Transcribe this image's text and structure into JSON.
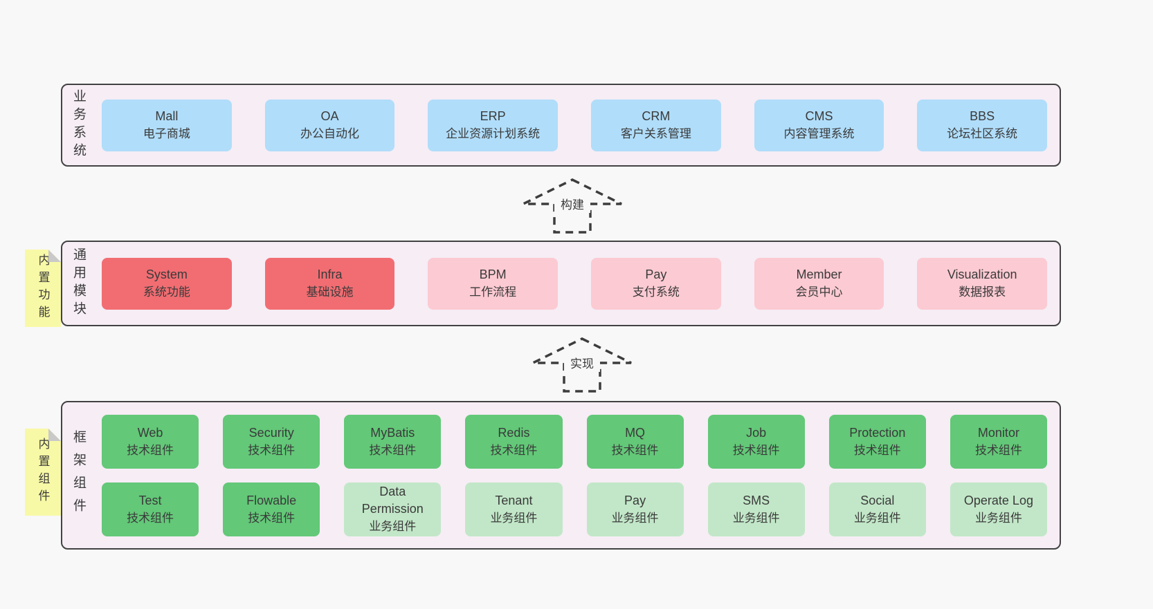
{
  "page": {
    "background": "#f8f8f8"
  },
  "colors": {
    "canvas": "#f8f8f8",
    "panel-bg": "#f6edf5",
    "panel-border": "#424242",
    "text": "#3a3a3a",
    "blue": "#b0ddfa",
    "red": "#f16d72",
    "pink": "#fccad2",
    "green": "#63c878",
    "green-light": "#c2e7c8",
    "tag-bg": "#f8f9a6",
    "tag-fold": "#c9c9c9",
    "arrow": "#3d3d3d"
  },
  "arrows": [
    {
      "label": "构建"
    },
    {
      "label": "实现"
    }
  ],
  "layers": [
    {
      "label": "业务系统",
      "tag": null,
      "rows": [
        [
          {
            "title": "Mall",
            "subtitle": "电子商城",
            "variant": "blue"
          },
          {
            "title": "OA",
            "subtitle": "办公自动化",
            "variant": "blue"
          },
          {
            "title": "ERP",
            "subtitle": "企业资源计划系统",
            "variant": "blue"
          },
          {
            "title": "CRM",
            "subtitle": "客户关系管理",
            "variant": "blue"
          },
          {
            "title": "CMS",
            "subtitle": "内容管理系统",
            "variant": "blue"
          },
          {
            "title": "BBS",
            "subtitle": "论坛社区系统",
            "variant": "blue"
          }
        ]
      ]
    },
    {
      "label": "通用模块",
      "tag": "内置功能",
      "rows": [
        [
          {
            "title": "System",
            "subtitle": "系统功能",
            "variant": "red"
          },
          {
            "title": "Infra",
            "subtitle": "基础设施",
            "variant": "red"
          },
          {
            "title": "BPM",
            "subtitle": "工作流程",
            "variant": "pink"
          },
          {
            "title": "Pay",
            "subtitle": "支付系统",
            "variant": "pink"
          },
          {
            "title": "Member",
            "subtitle": "会员中心",
            "variant": "pink"
          },
          {
            "title": "Visualization",
            "subtitle": "数据报表",
            "variant": "pink"
          }
        ]
      ]
    },
    {
      "label": "框架组件",
      "tag": "内置组件",
      "rows": [
        [
          {
            "title": "Web",
            "subtitle": "技术组件",
            "variant": "green"
          },
          {
            "title": "Security",
            "subtitle": "技术组件",
            "variant": "green"
          },
          {
            "title": "MyBatis",
            "subtitle": "技术组件",
            "variant": "green"
          },
          {
            "title": "Redis",
            "subtitle": "技术组件",
            "variant": "green"
          },
          {
            "title": "MQ",
            "subtitle": "技术组件",
            "variant": "green"
          },
          {
            "title": "Job",
            "subtitle": "技术组件",
            "variant": "green"
          },
          {
            "title": "Protection",
            "subtitle": "技术组件",
            "variant": "green"
          },
          {
            "title": "Monitor",
            "subtitle": "技术组件",
            "variant": "green"
          }
        ],
        [
          {
            "title": "Test",
            "subtitle": "技术组件",
            "variant": "green"
          },
          {
            "title": "Flowable",
            "subtitle": "技术组件",
            "variant": "green"
          },
          {
            "title": "Data Permission",
            "subtitle": "业务组件",
            "variant": "green-light"
          },
          {
            "title": "Tenant",
            "subtitle": "业务组件",
            "variant": "green-light"
          },
          {
            "title": "Pay",
            "subtitle": "业务组件",
            "variant": "green-light"
          },
          {
            "title": "SMS",
            "subtitle": "业务组件",
            "variant": "green-light"
          },
          {
            "title": "Social",
            "subtitle": "业务组件",
            "variant": "green-light"
          },
          {
            "title": "Operate Log",
            "subtitle": "业务组件",
            "variant": "green-light"
          }
        ]
      ]
    }
  ]
}
